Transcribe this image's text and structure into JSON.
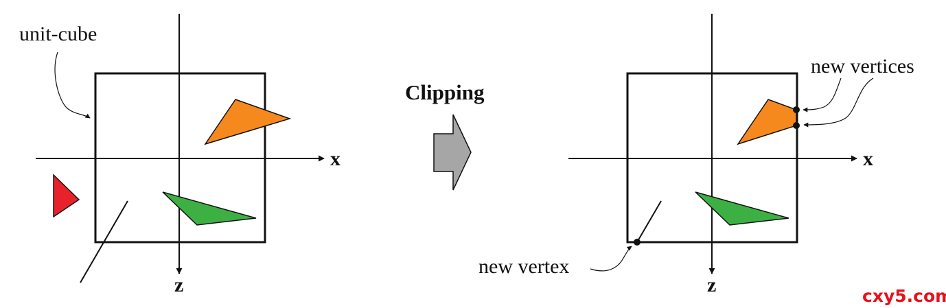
{
  "labels": {
    "unit_cube": "unit-cube",
    "clipping": "Clipping",
    "new_vertices": "new vertices",
    "new_vertex": "new vertex",
    "left_x_axis": "x",
    "left_z_axis": "z",
    "right_x_axis": "x",
    "right_z_axis": "z"
  },
  "watermark": "cxy5.com",
  "colors": {
    "orange": "#F5891E",
    "green": "#3DB044",
    "red": "#E8222A",
    "arrow_gray": "#A6A6A6",
    "watermark": "#E8111A",
    "ink": "#111111"
  }
}
